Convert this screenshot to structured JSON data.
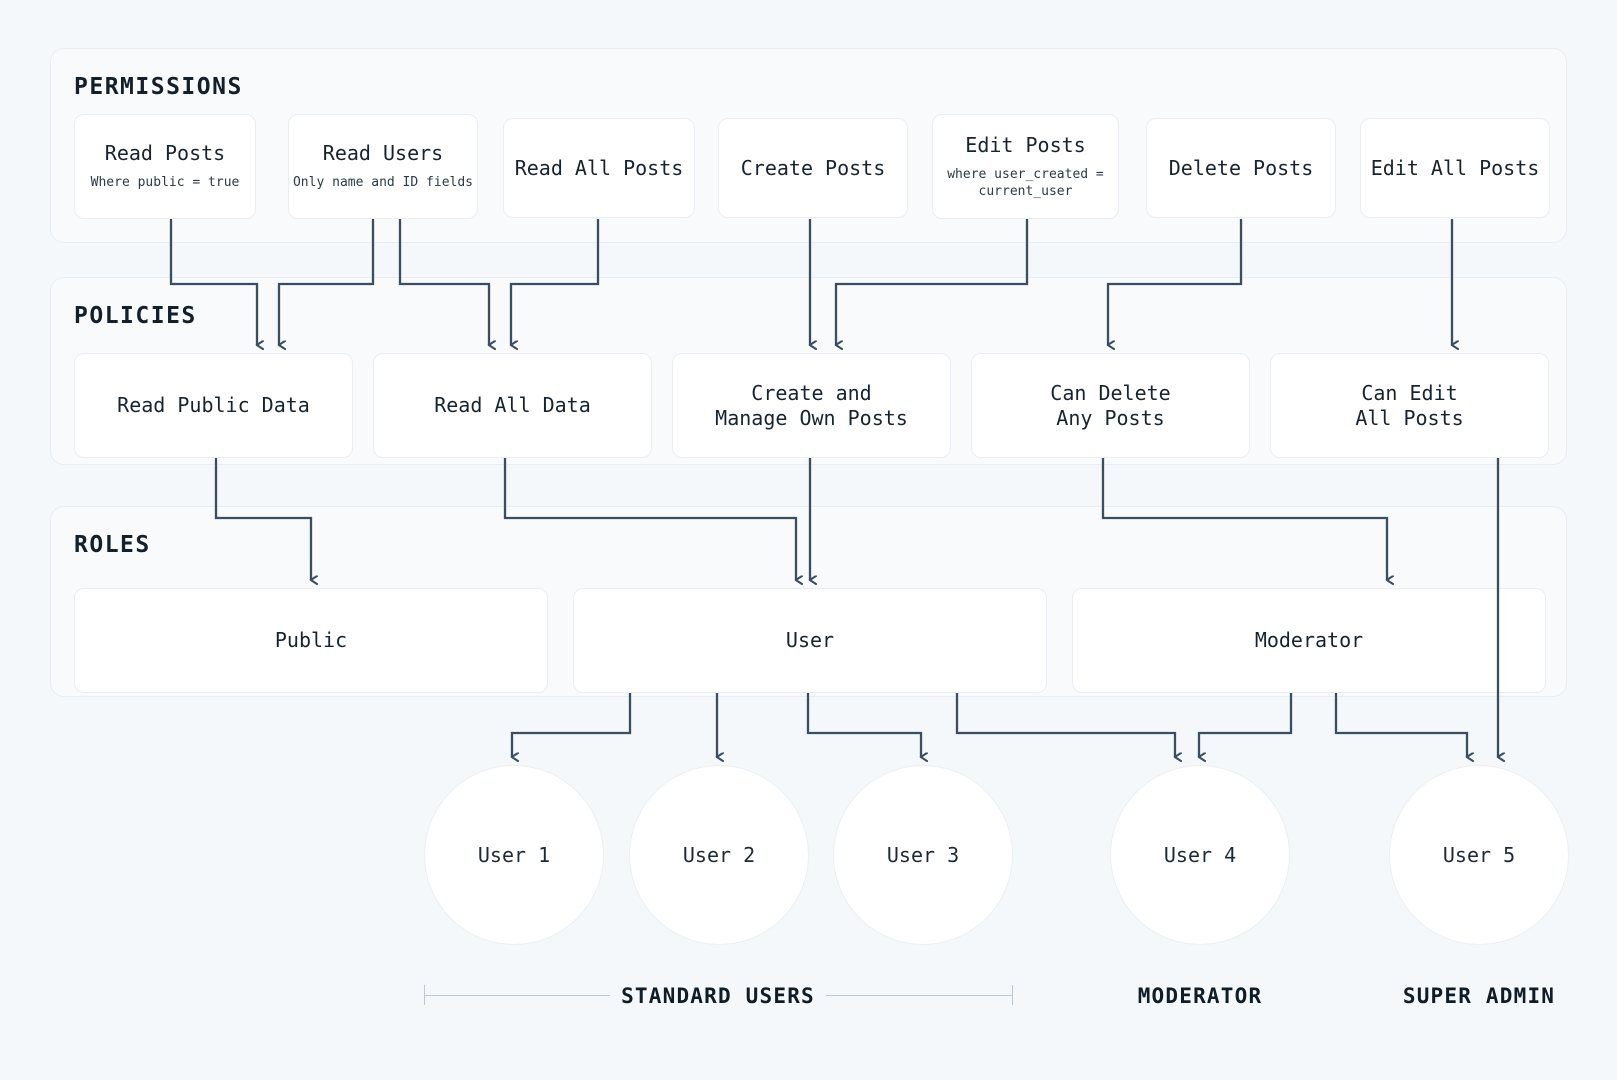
{
  "sections": [
    {
      "label": "PERMISSIONS"
    },
    {
      "label": "POLICIES"
    },
    {
      "label": "ROLES"
    }
  ],
  "permissions": [
    {
      "title": "Read Posts",
      "sub": "Where public = true"
    },
    {
      "title": "Read Users",
      "sub": "Only name and ID fields"
    },
    {
      "title": "Read All Posts",
      "sub": ""
    },
    {
      "title": "Create Posts",
      "sub": ""
    },
    {
      "title": "Edit Posts",
      "sub": "where user_created =\ncurrent_user"
    },
    {
      "title": "Delete Posts",
      "sub": ""
    },
    {
      "title": "Edit All Posts",
      "sub": ""
    }
  ],
  "policies": [
    {
      "title": "Read Public Data"
    },
    {
      "title": "Read All Data"
    },
    {
      "title": "Create and\nManage Own Posts"
    },
    {
      "title": "Can Delete\nAny Posts"
    },
    {
      "title": "Can Edit\nAll Posts"
    }
  ],
  "roles": [
    {
      "title": "Public"
    },
    {
      "title": "User"
    },
    {
      "title": "Moderator"
    }
  ],
  "users": [
    {
      "label": "User 1"
    },
    {
      "label": "User 2"
    },
    {
      "label": "User 3"
    },
    {
      "label": "User 4"
    },
    {
      "label": "User 5"
    }
  ],
  "group_labels": [
    {
      "label": "STANDARD USERS"
    },
    {
      "label": "MODERATOR"
    },
    {
      "label": "SUPER ADMIN"
    }
  ],
  "colors": {
    "page_background": "#f4f8fb",
    "band_background": "#f8fafc",
    "band_border": "#e7edf3",
    "node_background": "#ffffff",
    "node_border": "#e8eef4",
    "connector": "#3b4e61",
    "text": "#17242f",
    "rule": "#b9c9d8"
  }
}
